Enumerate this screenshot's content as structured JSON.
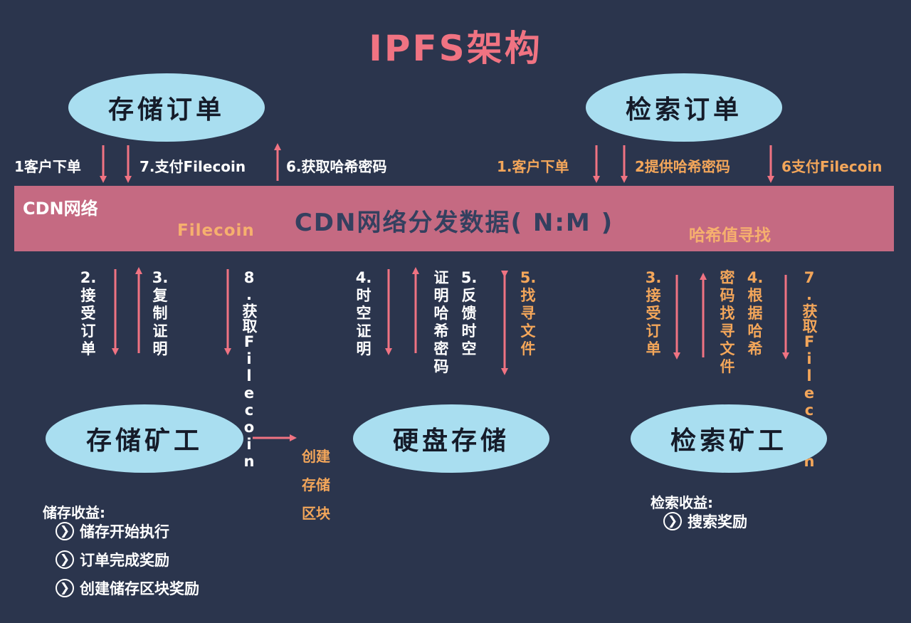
{
  "title": "IPFS架构",
  "nodes": {
    "storage_order": "存储订单",
    "retrieval_order": "检索订单",
    "storage_miner": "存储矿工",
    "disk_storage": "硬盘存储",
    "retrieval_miner": "检索矿工"
  },
  "band": {
    "left_label": "CDN网络",
    "center_label": "CDN网络分发数据( N:M )",
    "filecoin_label": "Filecoin",
    "hash_label": "哈希值寻找"
  },
  "top_left_labels": {
    "a": "1客户下单",
    "b": "7.支付Filecoin",
    "c": "6.获取哈希密码"
  },
  "top_right_labels": {
    "a": "1.客户下单",
    "b": "2提供哈希密码",
    "c": "6支付Filecoin"
  },
  "vertical_labels": {
    "v1": "2.接受订单",
    "v2": "3.复制证明",
    "v3": "8.获取Filecoin",
    "v4": "4.时空证明",
    "v5": "证明哈希密码",
    "v6": "5.反馈时空",
    "v7": "5.找寻文件",
    "v8": "3.接受订单",
    "v9": "密码找寻文件",
    "v10": "4.根据哈希",
    "v11": "7.获取Filecoin"
  },
  "create_block": [
    "创建",
    "存储",
    "区块"
  ],
  "storage_income": {
    "title": "储存收益:",
    "items": [
      "储存开始执行",
      "订单完成奖励",
      "创建储存区块奖励"
    ]
  },
  "retrieval_income": {
    "title": "检索收益:",
    "items": [
      "搜索奖励"
    ]
  },
  "colors": {
    "background": "#2b354d",
    "title": "#f07382",
    "ellipse": "#a9def0",
    "band": "#c56a82",
    "arrow": "#f07382",
    "orange_text": "#f3a65a"
  },
  "icons": {
    "bullet": "chevron-circle-icon",
    "arrow": "arrow-icon"
  }
}
